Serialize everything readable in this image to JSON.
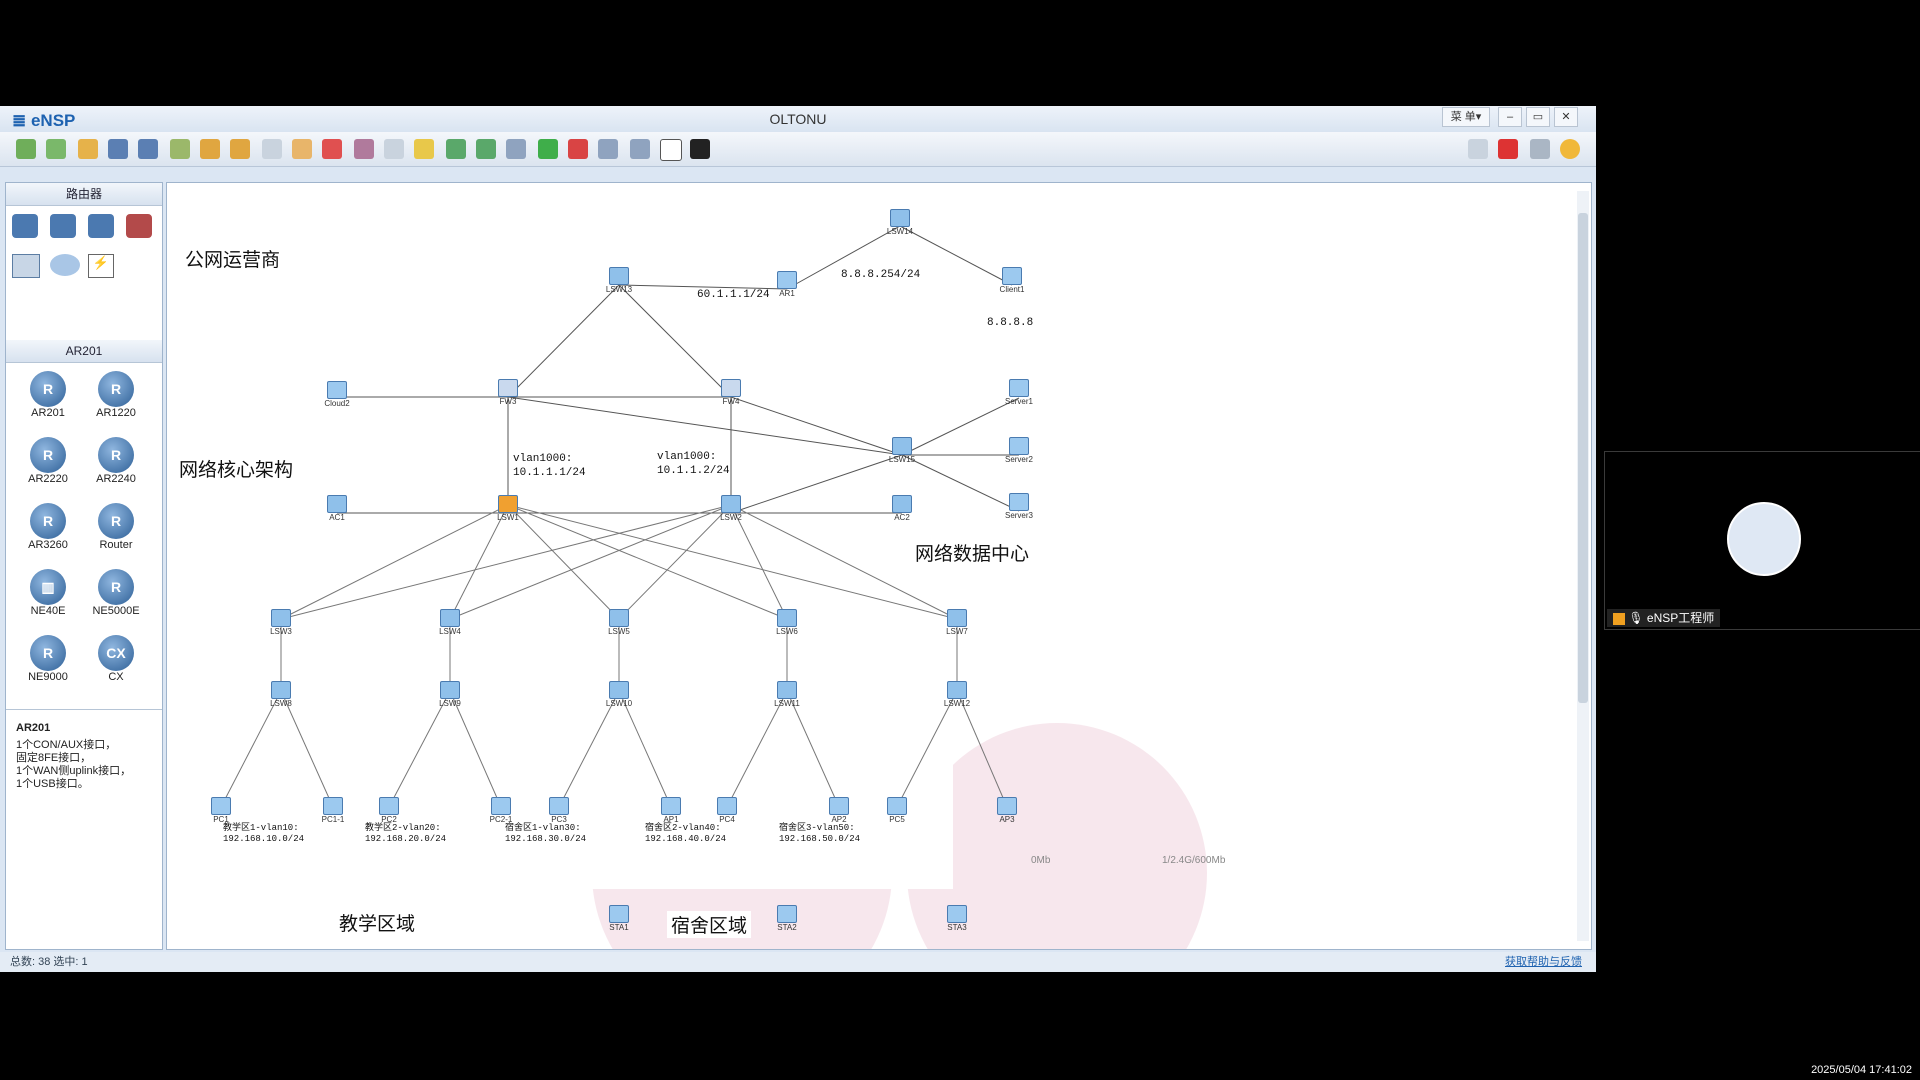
{
  "window": {
    "app_name": "eNSP",
    "title": "OLTONU",
    "menu_label": "菜 单▾",
    "min": "–",
    "restore": "▭",
    "close": "✕"
  },
  "sidebar": {
    "section1_title": "路由器",
    "section2_title": "AR201",
    "devices": [
      {
        "label": "AR201",
        "glyph": "R"
      },
      {
        "label": "AR1220",
        "glyph": "R"
      },
      {
        "label": "AR2220",
        "glyph": "R"
      },
      {
        "label": "AR2240",
        "glyph": "R"
      },
      {
        "label": "AR3260",
        "glyph": "R"
      },
      {
        "label": "Router",
        "glyph": "R"
      },
      {
        "label": "NE40E",
        "glyph": "▥"
      },
      {
        "label": "NE5000E",
        "glyph": "R"
      },
      {
        "label": "NE9000",
        "glyph": "R"
      },
      {
        "label": "CX",
        "glyph": "CX"
      }
    ],
    "desc_title": "AR201",
    "desc_lines": [
      "1个CON/AUX接口，",
      "固定8FE接口，",
      "1个WAN侧uplink接口，",
      "1个USB接口。"
    ]
  },
  "canvas": {
    "areas": {
      "isp": "公网运营商",
      "core": "网络核心架构",
      "dc": "网络数据中心",
      "teach": "教学区域",
      "dorm": "宿舍区域"
    },
    "ips": {
      "lsw13": "60.1.1.1/24",
      "ar1": "8.8.8.254/24",
      "client": "8.8.8.8",
      "vlan_a1": "vlan1000:",
      "vlan_a2": "10.1.1.1/24",
      "vlan_b1": "vlan1000:",
      "vlan_b2": "10.1.1.2/24"
    },
    "nodes": [
      "LSW14",
      "LSW13",
      "AR1",
      "Client1",
      "Cloud2",
      "FW3",
      "FW4",
      "Server1",
      "Server2",
      "Server3",
      "LSW15",
      "AC1",
      "LSW1",
      "LSW2",
      "AC2",
      "LSW3",
      "LSW4",
      "LSW5",
      "LSW6",
      "LSW7",
      "LSW8",
      "LSW9",
      "LSW10",
      "LSW11",
      "LSW12",
      "PC1",
      "PC1-1",
      "PC2",
      "PC2-1",
      "PC3",
      "AP1",
      "PC4",
      "AP2",
      "PC5",
      "AP3",
      "STA1",
      "STA2",
      "STA3"
    ],
    "subnets": [
      {
        "a": "教学区1-vlan10:",
        "b": "192.168.10.0/24"
      },
      {
        "a": "教学区2-vlan20:",
        "b": "192.168.20.0/24"
      },
      {
        "a": "宿舍区1-vlan30:",
        "b": "192.168.30.0/24"
      },
      {
        "a": "宿舍区2-vlan40:",
        "b": "192.168.40.0/24"
      },
      {
        "a": "宿舍区3-vlan50:",
        "b": "192.168.50.0/24"
      }
    ],
    "wifi_a": "0Mb",
    "wifi_b": "1/2.4G/600Mb"
  },
  "statusbar": {
    "left": "总数: 38  选中: 1",
    "right": "获取帮助与反馈"
  },
  "video": {
    "name": "eNSP工程师"
  },
  "clock": "2025/05/04 17:41:02",
  "colors": {
    "accent": "#1e62b0",
    "link": "#4a4a4a"
  }
}
